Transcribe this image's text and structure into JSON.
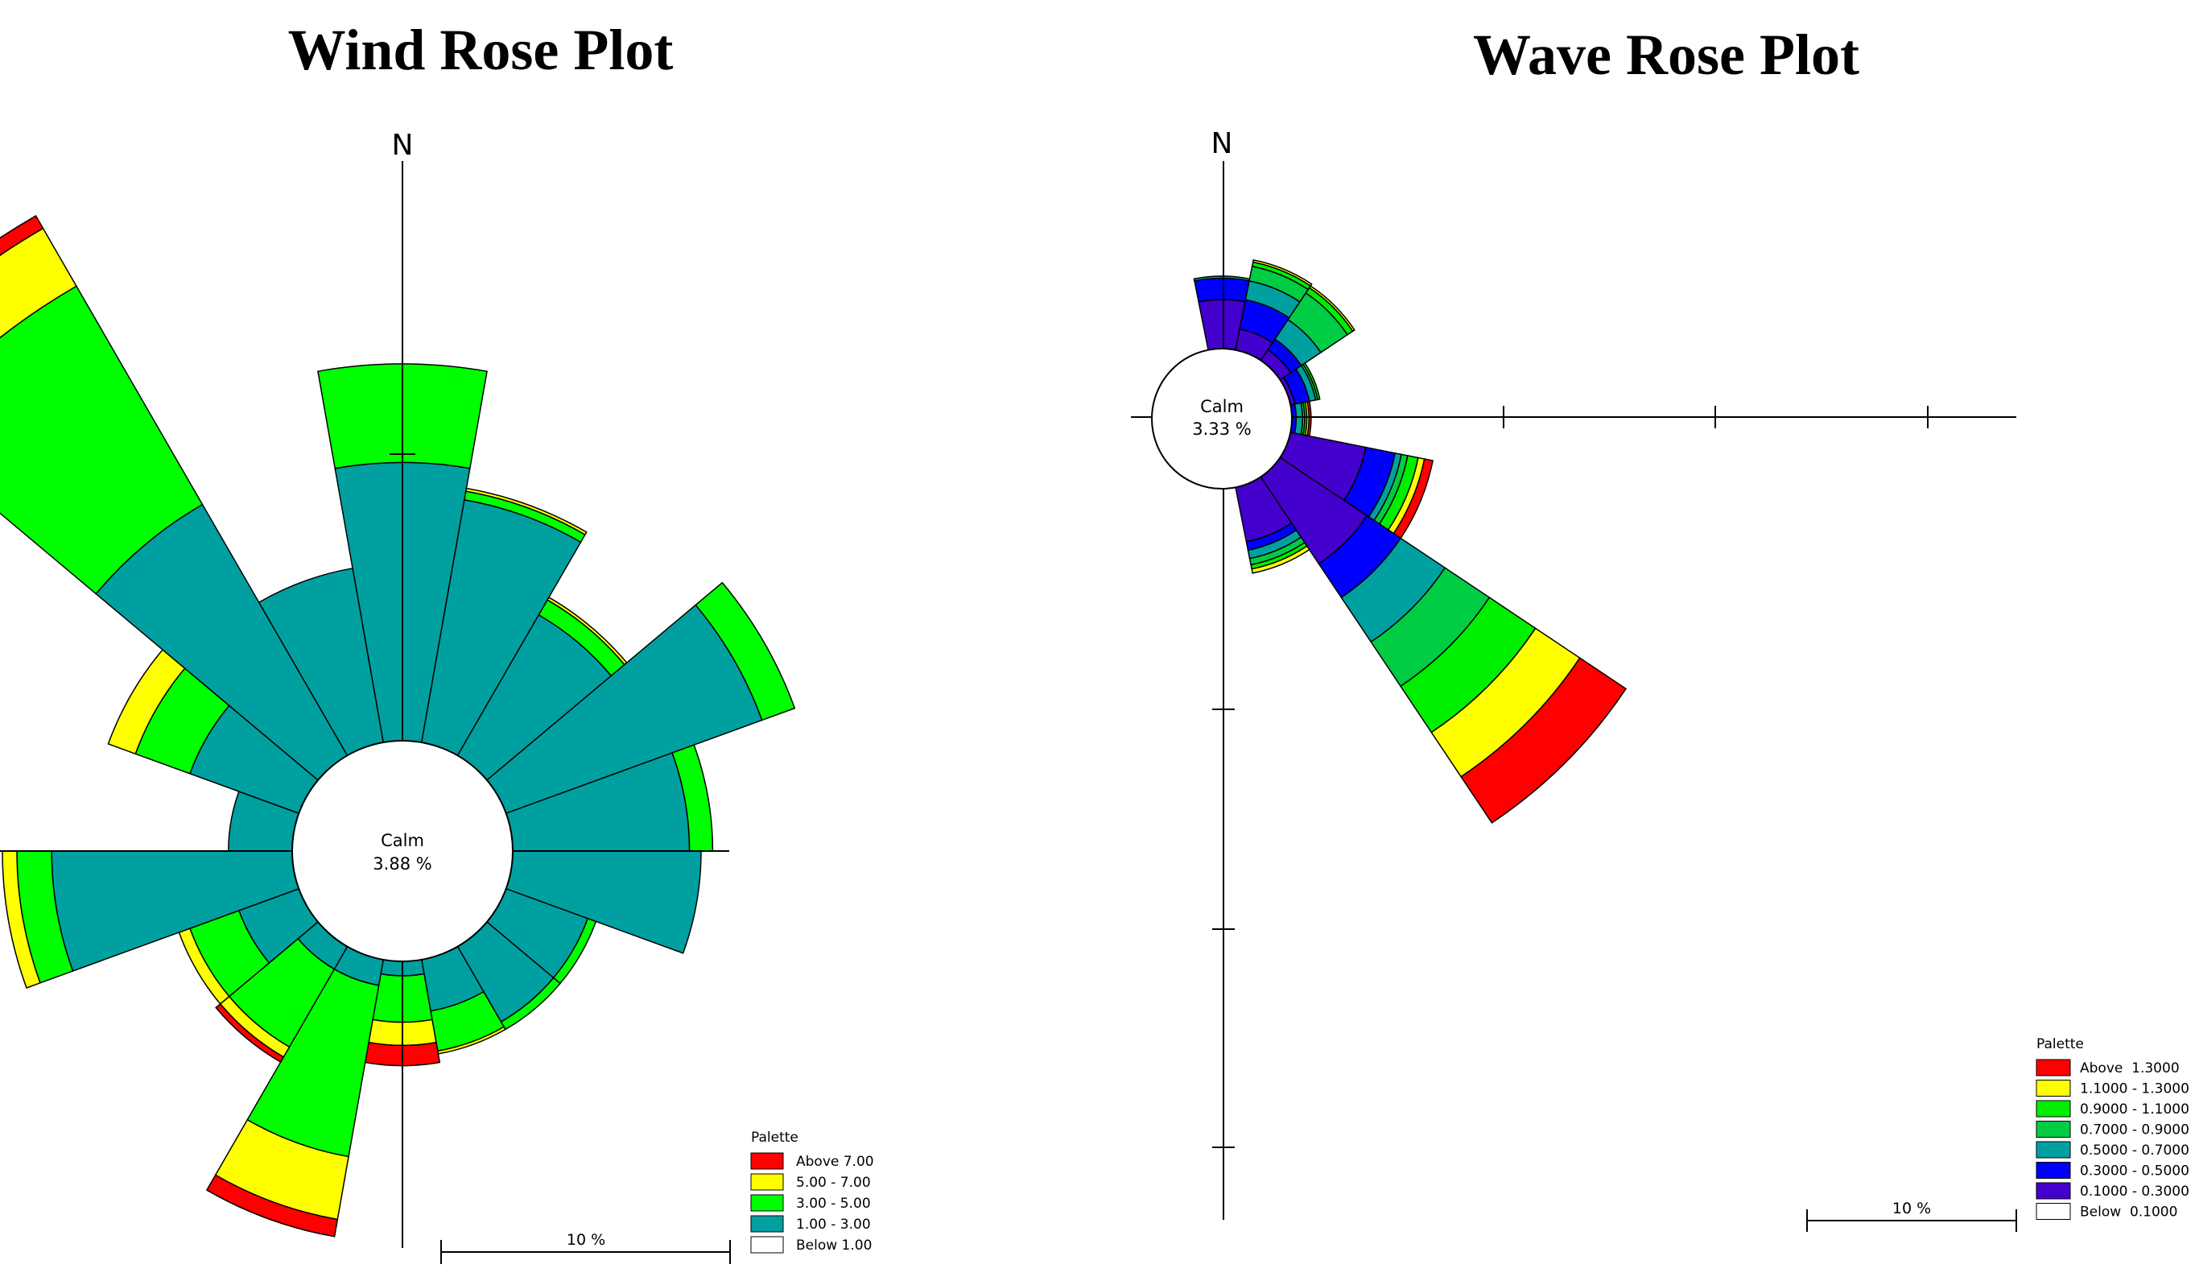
{
  "chart_data": [
    {
      "type": "wind-rose",
      "title": "Wind Rose Plot",
      "north_label": "N",
      "calm": {
        "label": "Calm",
        "value": "3.88 %",
        "percent": 3.88
      },
      "scale_label": "10 %",
      "legend": {
        "title": "Palette",
        "bins": [
          {
            "label": "Above 7.00",
            "color": "#ff0000"
          },
          {
            "label": "5.00 - 7.00",
            "color": "#ffff00"
          },
          {
            "label": "3.00 - 5.00",
            "color": "#00ff00"
          },
          {
            "label": "1.00 - 3.00",
            "color": "#00a0a0"
          },
          {
            "label": "Below 1.00",
            "color": "#ffffff"
          }
        ]
      },
      "sector_width_deg": 20,
      "series_order": [
        "1.00 - 3.00",
        "3.00 - 5.00",
        "5.00 - 7.00",
        "Above 7.00"
      ],
      "sectors": [
        {
          "direction_deg": 0,
          "cumulative_percent": [
            9.6,
            13.0,
            13.0,
            13.0
          ]
        },
        {
          "direction_deg": 20,
          "cumulative_percent": [
            8.5,
            8.8,
            8.9,
            8.9
          ]
        },
        {
          "direction_deg": 40,
          "cumulative_percent": [
            5.6,
            6.2,
            6.3,
            6.3
          ]
        },
        {
          "direction_deg": 60,
          "cumulative_percent": [
            9.4,
            10.6,
            10.6,
            10.6
          ]
        },
        {
          "direction_deg": 80,
          "cumulative_percent": [
            6.1,
            6.9,
            6.9,
            6.9
          ]
        },
        {
          "direction_deg": 100,
          "cumulative_percent": [
            6.5,
            6.5,
            6.5,
            6.5
          ]
        },
        {
          "direction_deg": 120,
          "cumulative_percent": [
            3.0,
            3.3,
            3.3,
            3.3
          ]
        },
        {
          "direction_deg": 140,
          "cumulative_percent": [
            3.0,
            3.3,
            3.3,
            3.3
          ]
        },
        {
          "direction_deg": 160,
          "cumulative_percent": [
            1.8,
            3.2,
            3.3,
            3.3
          ]
        },
        {
          "direction_deg": 180,
          "cumulative_percent": [
            0.5,
            2.1,
            2.9,
            3.6
          ]
        },
        {
          "direction_deg": 200,
          "cumulative_percent": [
            0.9,
            6.9,
            9.1,
            9.7
          ]
        },
        {
          "direction_deg": 220,
          "cumulative_percent": [
            0.9,
            4.0,
            4.4,
            4.6
          ]
        },
        {
          "direction_deg": 240,
          "cumulative_percent": [
            2.2,
            4.0,
            4.4,
            4.4
          ]
        },
        {
          "direction_deg": 260,
          "cumulative_percent": [
            8.3,
            9.5,
            10.0,
            10.0
          ]
        },
        {
          "direction_deg": 280,
          "cumulative_percent": [
            2.2,
            2.2,
            2.2,
            2.2
          ]
        },
        {
          "direction_deg": 300,
          "cumulative_percent": [
            4.0,
            6.0,
            7.0,
            7.0
          ]
        },
        {
          "direction_deg": 320,
          "cumulative_percent": [
            10.0,
            18.7,
            21.0,
            21.5
          ]
        },
        {
          "direction_deg": 340,
          "cumulative_percent": [
            6.1,
            6.1,
            6.1,
            6.1
          ]
        }
      ]
    },
    {
      "type": "wave-rose",
      "title": "Wave Rose Plot",
      "north_label": "N",
      "calm": {
        "label": "Calm",
        "value": "3.33 %",
        "percent": 3.33
      },
      "scale_label": "10 %",
      "legend": {
        "title": "Palette",
        "bins": [
          {
            "label": "Above  1.3000",
            "color": "#ff0000"
          },
          {
            "label": "1.1000 - 1.3000",
            "color": "#ffff00"
          },
          {
            "label": "0.9000 - 1.1000",
            "color": "#00ee00"
          },
          {
            "label": "0.7000 - 0.9000",
            "color": "#00cc44"
          },
          {
            "label": "0.5000 - 0.7000",
            "color": "#00a0a0"
          },
          {
            "label": "0.3000 - 0.5000",
            "color": "#0000ff"
          },
          {
            "label": "0.1000 - 0.3000",
            "color": "#4400cc"
          },
          {
            "label": "Below  0.1000",
            "color": "#ffffff"
          }
        ]
      },
      "sector_width_deg": 22.5,
      "series_order": [
        "0.1000 - 0.3000",
        "0.3000 - 0.5000",
        "0.5000 - 0.7000",
        "0.7000 - 0.9000",
        "0.9000 - 1.1000",
        "1.1000 - 1.3000",
        "Above  1.3000"
      ],
      "sectors": [
        {
          "direction_deg": 0,
          "cumulative_percent": [
            2.3,
            3.3,
            3.4,
            3.4,
            3.4,
            3.4,
            3.4
          ]
        },
        {
          "direction_deg": 22.5,
          "cumulative_percent": [
            1.0,
            2.4,
            3.3,
            4.0,
            4.2,
            4.3,
            4.3
          ]
        },
        {
          "direction_deg": 45,
          "cumulative_percent": [
            0.6,
            1.2,
            2.3,
            3.8,
            4.1,
            4.2,
            4.2
          ]
        },
        {
          "direction_deg": 67.5,
          "cumulative_percent": [
            0.2,
            0.9,
            1.2,
            1.3,
            1.4,
            1.4,
            1.4
          ]
        },
        {
          "direction_deg": 90,
          "cumulative_percent": [
            0.0,
            0.2,
            0.5,
            0.6,
            0.7,
            0.8,
            0.9
          ]
        },
        {
          "direction_deg": 112.5,
          "cumulative_percent": [
            3.6,
            5.0,
            5.3,
            5.6,
            6.1,
            6.4,
            6.8
          ]
        },
        {
          "direction_deg": 135,
          "cumulative_percent": [
            4.9,
            6.8,
            9.3,
            11.8,
            14.4,
            16.9,
            19.5
          ]
        },
        {
          "direction_deg": 157.5,
          "cumulative_percent": [
            2.6,
            3.0,
            3.4,
            3.7,
            3.9,
            4.1,
            4.1
          ]
        }
      ]
    }
  ]
}
